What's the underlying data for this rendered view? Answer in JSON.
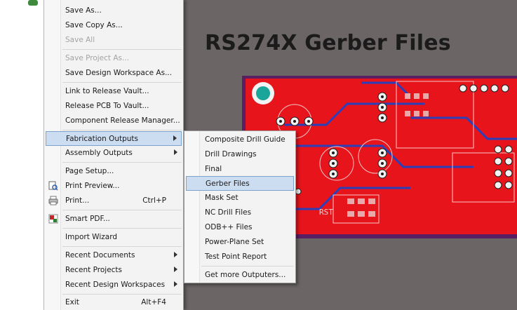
{
  "headline": "RS274X Gerber Files",
  "file_menu": {
    "items": [
      {
        "label": "Save As...",
        "disabled": false
      },
      {
        "label": "Save Copy As...",
        "disabled": false
      },
      {
        "label": "Save All",
        "disabled": true
      },
      {
        "label": "Save Project As...",
        "disabled": true
      },
      {
        "label": "Save Design Workspace As...",
        "disabled": false
      },
      {
        "label": "Link to Release Vault...",
        "disabled": false
      },
      {
        "label": "Release PCB To Vault...",
        "disabled": false
      },
      {
        "label": "Component Release Manager...",
        "disabled": false
      },
      {
        "label": "Fabrication Outputs",
        "submenu": true
      },
      {
        "label": "Assembly Outputs",
        "submenu": true
      },
      {
        "label": "Page Setup..."
      },
      {
        "label": "Print Preview..."
      },
      {
        "label": "Print...",
        "shortcut": "Ctrl+P"
      },
      {
        "label": "Smart PDF..."
      },
      {
        "label": "Import Wizard"
      },
      {
        "label": "Recent Documents",
        "submenu": true
      },
      {
        "label": "Recent Projects",
        "submenu": true
      },
      {
        "label": "Recent Design Workspaces",
        "submenu": true
      },
      {
        "label": "Exit",
        "shortcut": "Alt+F4"
      }
    ]
  },
  "fabrication_submenu": {
    "items": [
      {
        "label": "Composite Drill Guide"
      },
      {
        "label": "Drill Drawings"
      },
      {
        "label": "Final"
      },
      {
        "label": "Gerber Files"
      },
      {
        "label": "Mask Set"
      },
      {
        "label": "NC Drill Files"
      },
      {
        "label": "ODB++ Files"
      },
      {
        "label": "Power-Plane Set"
      },
      {
        "label": "Test Point Report"
      },
      {
        "label": "Get more Outputers..."
      }
    ],
    "selected": "Gerber Files"
  },
  "pcb_labels": {
    "rst": "RST"
  },
  "colors": {
    "pcb_red": "#e8141c",
    "pcb_border": "#7a2a8a",
    "trace_blue": "#2a3fb8",
    "pad_teal": "#1aa59a",
    "highlight": "#cdddf1"
  }
}
